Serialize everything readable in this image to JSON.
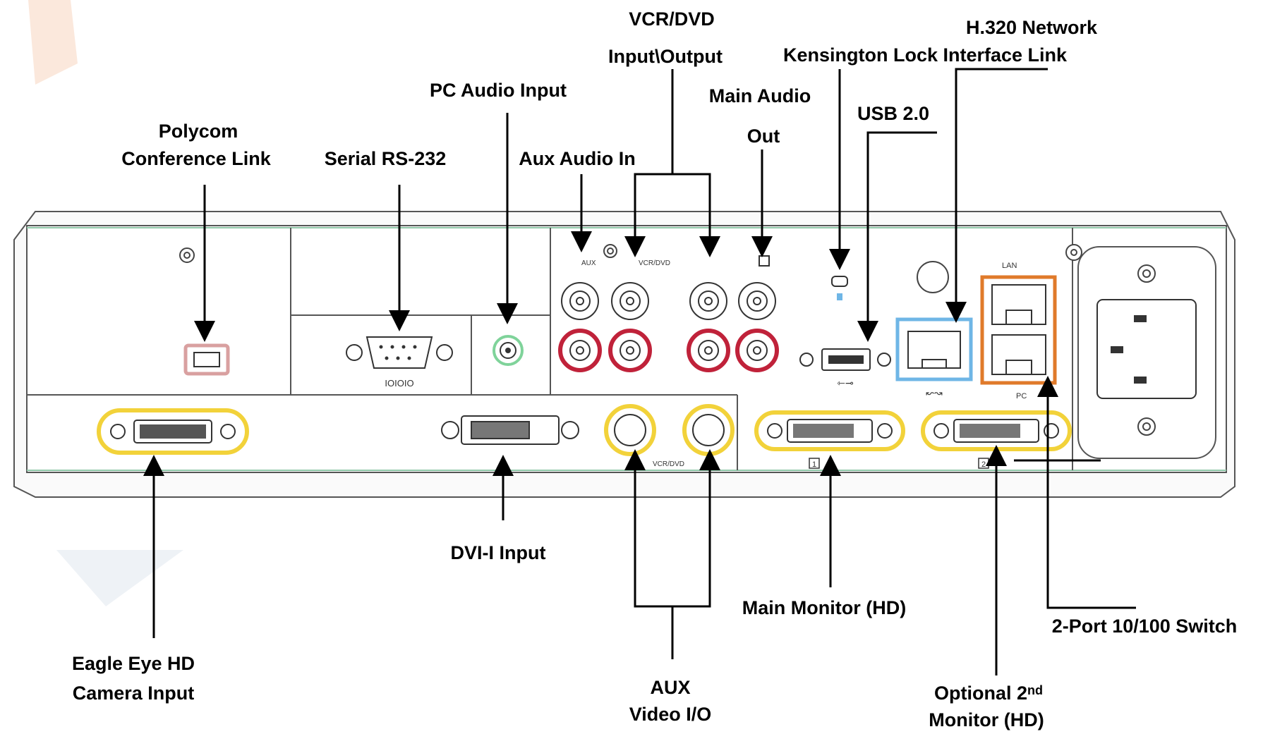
{
  "labels": {
    "vcr_dvd_line1": "VCR/DVD",
    "vcr_dvd_line2": "Input\\Output",
    "h320_line1": "H.320 Network",
    "kensington_line": "Kensington Lock Interface Link",
    "pc_audio_input": "PC Audio Input",
    "main_audio_line1": "Main Audio",
    "main_audio_line2": "Out",
    "usb": "USB 2.0",
    "polycom_line1": "Polycom",
    "polycom_line2": "Conference Link",
    "serial": "Serial RS-232",
    "aux_audio_in": "Aux Audio In",
    "dvi_input": "DVI-I Input",
    "main_monitor": "Main Monitor (HD)",
    "switch": "2-Port 10/100 Switch",
    "eagle_line1": "Eagle Eye HD",
    "eagle_line2": "Camera Input",
    "aux_video_line1": "AUX",
    "aux_video_line2": "Video I/O",
    "optional_line1_pre": "Optional 2",
    "optional_line1_sup": "nd",
    "optional_line2": "Monitor (HD)"
  },
  "panel_markings": {
    "aux": "AUX",
    "vcr_dvd": "VCR/DVD",
    "lan": "LAN",
    "pc": "PC",
    "serial_code": "IOIOIO",
    "vcr_dvd_bottom": "VCR/DVD",
    "monitor1": "1",
    "monitor2": "2"
  },
  "colors": {
    "line": "#000000",
    "panel_outline": "#555555",
    "audio_red": "#c0223a",
    "video_yellow": "#f2d23a",
    "lan_orange": "#e07a2a",
    "isdn_blue": "#6fb6e6",
    "audio_green": "#7fd39a",
    "conference_pink": "#d9a0a0"
  }
}
